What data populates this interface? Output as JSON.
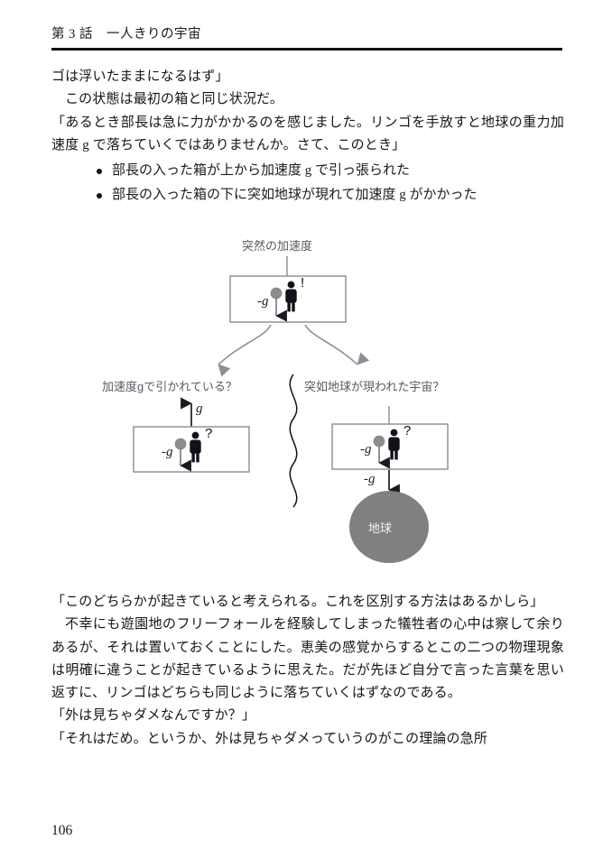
{
  "header": {
    "chapter_title": "第 3 話　一人きりの宇宙"
  },
  "body": {
    "top_paragraphs": [
      "ゴは浮いたままになるはず」",
      "この状態は最初の箱と同じ状況だ。",
      "「あるとき部長は急に力がかかるのを感じました。リンゴを手放すと地球の重力加速度 g で落ちていくではありませんか。さて、このとき」"
    ],
    "bullets": [
      "部長の入った箱が上から加速度 g で引っ張られた",
      "部長の入った箱の下に突如地球が現れて加速度 g がかかった"
    ],
    "bottom_paragraphs": [
      "「このどちらかが起きていると考えられる。これを区別する方法はあるかしら」",
      "不幸にも遊園地のフリーフォールを経験してしまった犠牲者の心中は察して余りあるが、それは置いておくことにした。恵美の感覚からするとこの二つの物理現象は明確に違うことが起きているように思えた。だが先ほど自分で言った言葉を思い返すに、リンゴはどちらも同じように落ちていくはずなのである。",
      "「外は見ちゃダメなんですか？」",
      "「それはだめ。というか、外は見ちゃダメっていうのがこの理論の急所"
    ],
    "page_number": "106"
  },
  "figure": {
    "top_label": "突然の加速度",
    "left_label": "加速度gで引かれている？",
    "right_label": "突如地球が現われた宇宙？",
    "earth_label": "地球",
    "top_box": {
      "ball_label": "-g",
      "person_mark": "!"
    },
    "left_box": {
      "ball_label": "-g",
      "person_mark": "?",
      "external_arrow_label": "g"
    },
    "right_box": {
      "ball_label": "-g",
      "person_mark": "?",
      "external_arrow_label": "-g"
    },
    "colors": {
      "box_border": "#8a8a92",
      "ball": "#8c8c8c",
      "earth": "#808080",
      "label_text": "#595964",
      "arrow": "#8a8a92",
      "person": "#111118"
    }
  }
}
